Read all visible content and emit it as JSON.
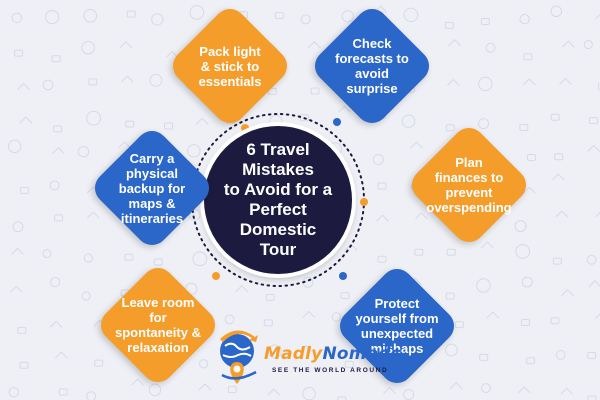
{
  "center": {
    "title": "6 Travel Mistakes\nto Avoid for a\nPerfect\nDomestic\nTour"
  },
  "tips": [
    {
      "label": "Pack light\n& stick to\nessentials"
    },
    {
      "label": "Check\nforecasts to\navoid\nsurprise"
    },
    {
      "label": "Carry a\nphysical\nbackup for\nmaps &\nitineraries"
    },
    {
      "label": "Plan\nfinances to\nprevent\noverspending"
    },
    {
      "label": "Leave room\nfor\nspontaneity &\nrelaxation"
    },
    {
      "label": "Protect\nyourself from\nunexpected\nmishaps"
    }
  ],
  "logo": {
    "name_part1": "Madly",
    "name_part2": "Nomads",
    "tagline": "SEE THE WORLD AROUND",
    "icon": "globe-pin-icon"
  },
  "colors": {
    "orange": "#f59d2a",
    "blue": "#2b66c9",
    "navy": "#1d1a3f",
    "background": "#eef0f6"
  }
}
